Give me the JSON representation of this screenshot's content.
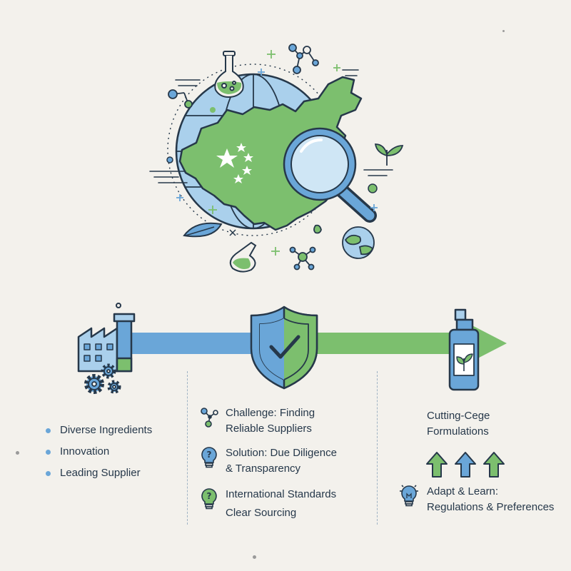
{
  "left_column": {
    "items": [
      {
        "label": "Diverse Ingredients"
      },
      {
        "label": "Innovation"
      },
      {
        "label": "Leading Supplier"
      }
    ]
  },
  "middle_column": {
    "items": [
      {
        "line1": "Challenge: Finding",
        "line2": "Reliable Suppliers"
      },
      {
        "line1": "Solution: Due Diligence",
        "line2": "& Transparency"
      },
      {
        "line1": "International Standards",
        "line2": "Clear Sourcing"
      }
    ]
  },
  "right_column": {
    "heading_line1": "Cutting-Cege",
    "heading_line2": "Formulations",
    "adapt_line1": "Adapt & Learn:",
    "adapt_line2": "Regulations & Preferences"
  },
  "colors": {
    "green": "#7cbf6e",
    "blue": "#6aa6d8",
    "navy": "#26384a",
    "background": "#f3f1ec"
  },
  "icons": [
    "flask-icon",
    "molecule-icon",
    "globe-icon",
    "china-map",
    "star-icon",
    "magnifier-icon",
    "leaf-icon",
    "sprout-icon",
    "factory-icon",
    "gear-icon",
    "shield-check-icon",
    "spray-bottle-icon",
    "up-arrow-icon",
    "lightbulb-question-icon",
    "lightbulb-icon",
    "network-icon"
  ]
}
